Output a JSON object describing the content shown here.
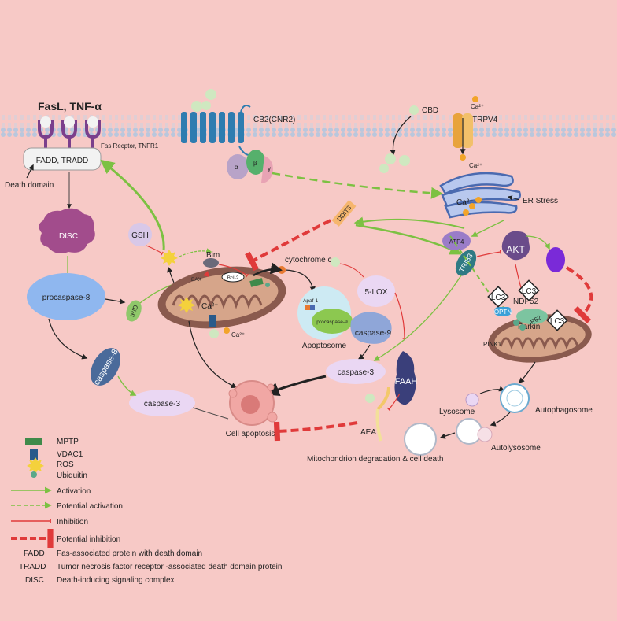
{
  "title": "",
  "colors": {
    "background": "#f7c9c6",
    "activation": "#7cc142",
    "inhibition": "#e03a3a",
    "mitochondrion": "#8a5a4e",
    "disc": "#a24c8c",
    "procaspase8": "#8fb7ef",
    "caspase8": "#4a6a9a",
    "caspase3": "#ead7f3",
    "trib3": "#2f7a84",
    "akt": "#6a4b8a"
  },
  "membrane": {
    "fasl_label": "FasL, TNF-α",
    "receptor_label": "Fas Recptor, TNFR1",
    "cb2_label": "CB2(CNR2)",
    "cbd_label": "CBD",
    "trpv4_label": "TRPV4",
    "ca_top": "Ca²⁺",
    "ca_channel": "Ca²⁺",
    "g_alpha": "α",
    "g_beta": "β",
    "g_gamma": "γ"
  },
  "nodes": {
    "fadd_tradd": "FADD, TRADD",
    "death_domain": "Death domain",
    "disc": "DISC",
    "procaspase8": "procaspase-8",
    "caspase8": "caspase-8",
    "caspase3_left": "caspase-3",
    "cell_apoptosis": "Cell apoptosis",
    "gsh": "GSH",
    "bim": "Bim",
    "bax": "BAX",
    "bcl2": "Bcl-2",
    "tbid": "tBID",
    "ca_mito": "Ca²⁺",
    "ca_below": "Ca²⁺",
    "cytochrome_c": "cytochrome c",
    "apaf1": "Apaf-1",
    "procaspase9": "procaspase-9",
    "apoptosome": "Apoptosome",
    "caspase9": "caspase-9",
    "lox5": "5-LOX",
    "caspase3_mid": "caspase-3",
    "faah": "FAAH",
    "aea": "AEA",
    "ddit3": "DDIT3",
    "er_ca": "Ca²⁺",
    "er_stress": "ER Stress",
    "atf4": "ATF4",
    "trib3": "TRIB3",
    "akt": "AKT",
    "lc3_a": "LC3",
    "lc3_b": "LC3",
    "lc3_c": "LC3",
    "ndp52": "NDP52",
    "optn": "OPTN",
    "parkin": "Parkin",
    "p62": "P62",
    "pink1": "PINK1",
    "lysosome": "Lysosome",
    "autophagosome": "Autophagosome",
    "autolysosome": "Autolysosome",
    "mito_degradation": "Mitochondrion degradation & cell death"
  },
  "legend": {
    "symbols": [
      {
        "icon": "mptp-icon",
        "label": "MPTP"
      },
      {
        "icon": "vdac1-icon",
        "label": "VDAC1"
      },
      {
        "icon": "ros-icon",
        "label": "ROS"
      },
      {
        "icon": "ubiquitin-icon",
        "label": "Ubiquitin"
      }
    ],
    "arrows": [
      {
        "icon": "activation-arrow",
        "label": "Activation"
      },
      {
        "icon": "potential-activation-arrow",
        "label": "Potential activation"
      },
      {
        "icon": "inhibition-arrow",
        "label": "Inhibition"
      },
      {
        "icon": "potential-inhibition-arrow",
        "label": "Potential inhibition"
      }
    ],
    "abbreviations": [
      {
        "abbr": "FADD",
        "full": "Fas-associated protein with death domain"
      },
      {
        "abbr": "TRADD",
        "full": "Tumor necrosis factor receptor -associated death domain protein"
      },
      {
        "abbr": "DISC",
        "full": "Death-inducing signaling complex"
      }
    ]
  }
}
